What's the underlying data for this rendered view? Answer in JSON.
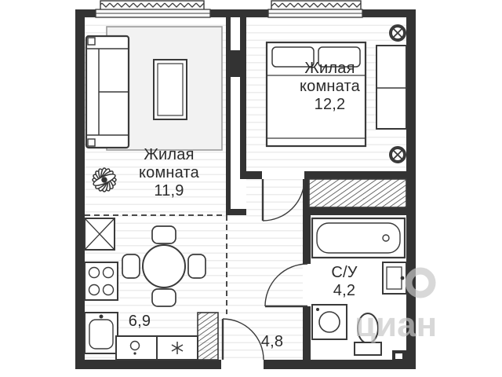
{
  "rooms": {
    "living1": {
      "name_line1": "Жилая",
      "name_line2": "комната",
      "area": "11,9"
    },
    "living2": {
      "name_line1": "Жилая",
      "name_line2": "комната",
      "area": "12,2"
    },
    "kitchen": {
      "area": "6,9"
    },
    "hallway": {
      "area": "4,8"
    },
    "bathroom": {
      "name": "С/У",
      "area": "4,2"
    }
  },
  "watermark": {
    "text": "циан"
  },
  "colors": {
    "wall": "#333333",
    "line": "#3a3a3a",
    "floor_stripe": "#ececec",
    "rug_fill": "#f2f2f2",
    "label_text": "#2b2b2b",
    "watermark": "#c8c8c8"
  },
  "icons": {
    "plant": "plant-icon",
    "stove": "stove-burners-icon",
    "kitchen_sink": "kitchen-sink-icon",
    "fridge": "snowflake-icon",
    "boiler": "round-appliance-icon",
    "vent": "vent-cross-circle-icon",
    "washing_machine": "washing-machine-icon",
    "toilet": "toilet-icon",
    "bathtub": "bathtub-icon",
    "bathroom_sink": "washbasin-icon",
    "electrical_panel": "electrical-panel-icon",
    "radiator": "radiator-wave-icon"
  }
}
